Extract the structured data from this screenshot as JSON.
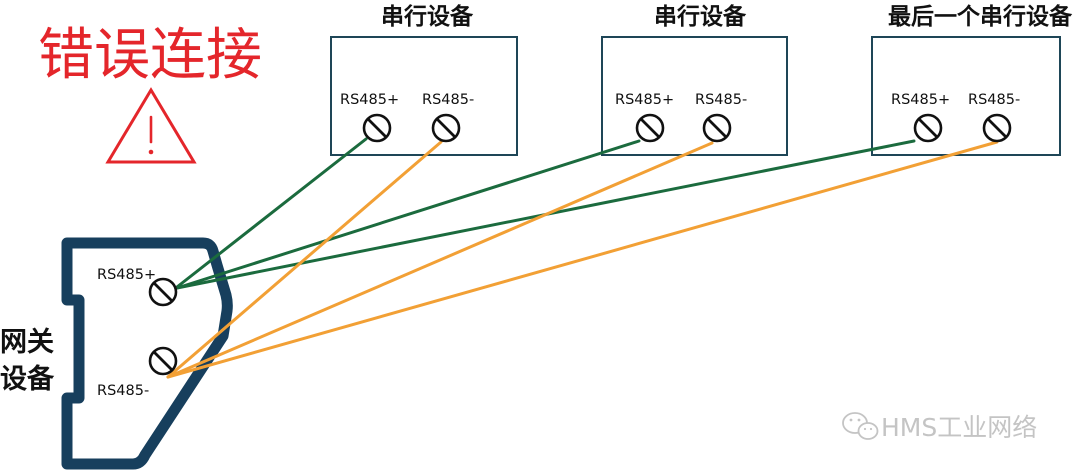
{
  "title": "错误连接",
  "warning_icon": "warning-triangle-icon",
  "gateway": {
    "name_line1": "网关",
    "name_line2": "设备",
    "plus": "RS485+",
    "minus": "RS485-"
  },
  "devices": [
    {
      "title": "串行设备",
      "plus": "RS485+",
      "minus": "RS485-"
    },
    {
      "title": "串行设备",
      "plus": "RS485+",
      "minus": "RS485-"
    },
    {
      "title": "最后一个串行设备",
      "plus": "RS485+",
      "minus": "RS485-"
    }
  ],
  "terminal_icon": "screw-terminal-icon",
  "watermark": {
    "icon": "wechat-icon",
    "text": "HMS工业网络"
  },
  "colors": {
    "warning": "#e4262b",
    "plus_wire": "#1b6b3e",
    "minus_wire": "#f2a035",
    "gateway_outline": "#173f5d",
    "device_border": "#1e4657",
    "watermark": "#c4c4c4"
  }
}
